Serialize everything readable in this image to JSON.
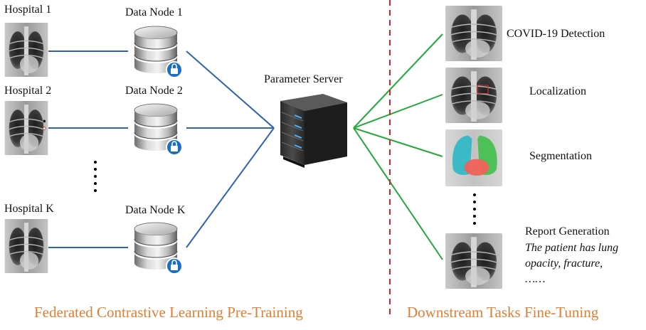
{
  "hospitals": [
    "Hospital 1",
    "Hospital 2",
    "Hospital K"
  ],
  "data_nodes": [
    "Data Node 1",
    "Data Node 2",
    "Data Node K"
  ],
  "server_label": "Parameter Server",
  "tasks": {
    "covid": "COVID-19 Detection",
    "localization": "Localization",
    "segmentation": "Segmentation",
    "report_title": "Report Generation",
    "report_lines": [
      "The patient has lung",
      "opacity, fracture,",
      "……"
    ]
  },
  "footer": {
    "left": "Federated Contrastive Learning Pre-Training",
    "right": "Downstream Tasks Fine-Tuning"
  },
  "colors": {
    "left_connector": "#2e63ad",
    "right_connector": "#22a83a",
    "divider": "#d9232b",
    "footer_text": "#e07f34",
    "lock_badge": "#1c6fc0",
    "seg_lung_left": "#2cb7c6",
    "seg_lung_right": "#3fbf4a",
    "seg_heart": "#f0625a",
    "loc_box": "#e0302e"
  }
}
